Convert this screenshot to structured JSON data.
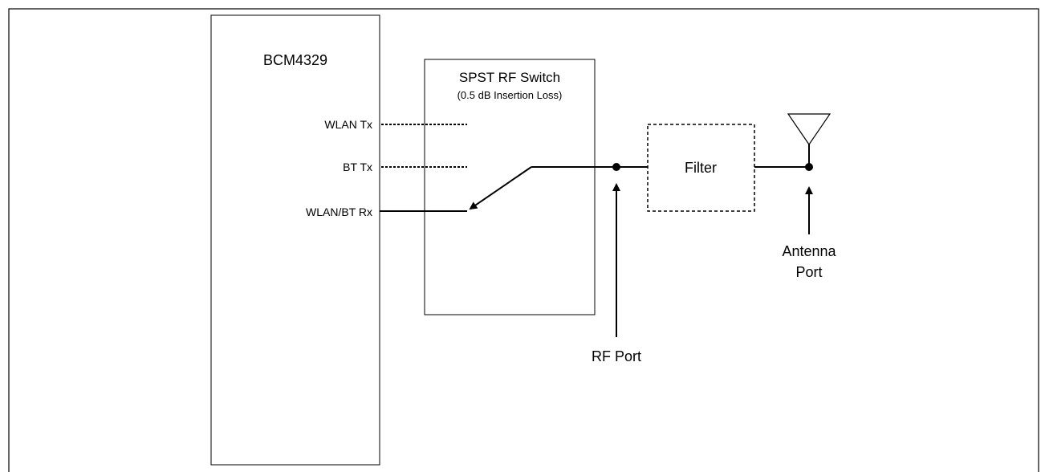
{
  "chip": {
    "name": "BCM4329"
  },
  "pins": {
    "wlan_tx": "WLAN Tx",
    "bt_tx": "BT Tx",
    "wlan_bt_rx": "WLAN/BT Rx"
  },
  "rf_switch": {
    "title": "SPST RF Switch",
    "subtitle": "(0.5 dB Insertion Loss)"
  },
  "filter": {
    "label": "Filter"
  },
  "ports": {
    "rf_port": "RF Port",
    "antenna_port_line1": "Antenna",
    "antenna_port_line2": "Port"
  }
}
